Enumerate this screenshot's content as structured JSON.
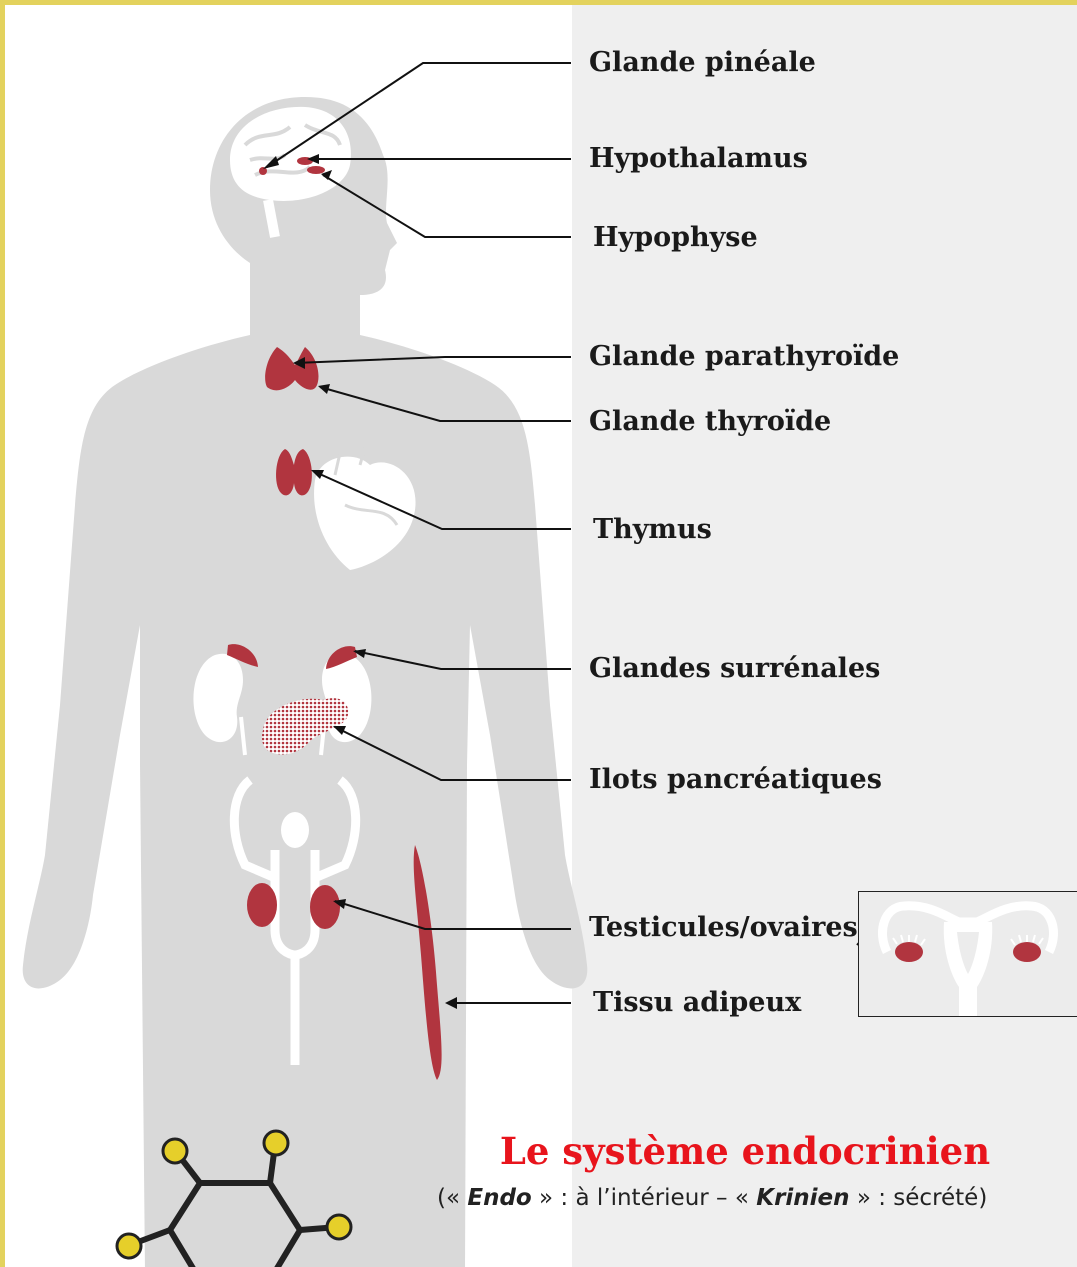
{
  "labels": {
    "pineal": "Glande pinéale",
    "hypothalamus": "Hypothalamus",
    "hypophyse": "Hypophyse",
    "parathyroid": "Glande parathyroïde",
    "thyroid": "Glande thyroïde",
    "thymus": "Thymus",
    "adrenal": "Glandes surrénales",
    "pancreas": "Ilots pancréatiques",
    "gonads": "Testicules/ovaires",
    "adipose": "Tissu adipeux"
  },
  "title": "Le système endocrinien",
  "subtitle": {
    "open1": "(« ",
    "endo": "Endo",
    "mid1": " » : à l’intérieur – « ",
    "krinien": "Krinien",
    "mid2": " » : sécrété)"
  },
  "colors": {
    "gland": "#b1353f",
    "body": "#d9d9d9",
    "title": "#e8141c",
    "border": "#e3d25d",
    "molecule_node": "#e6cf2a"
  },
  "icons": [
    "human-body-silhouette",
    "brain-icon",
    "heart-icon",
    "kidney-icon",
    "reproductive-organ-icon",
    "uterus-icon",
    "molecule-icon"
  ]
}
